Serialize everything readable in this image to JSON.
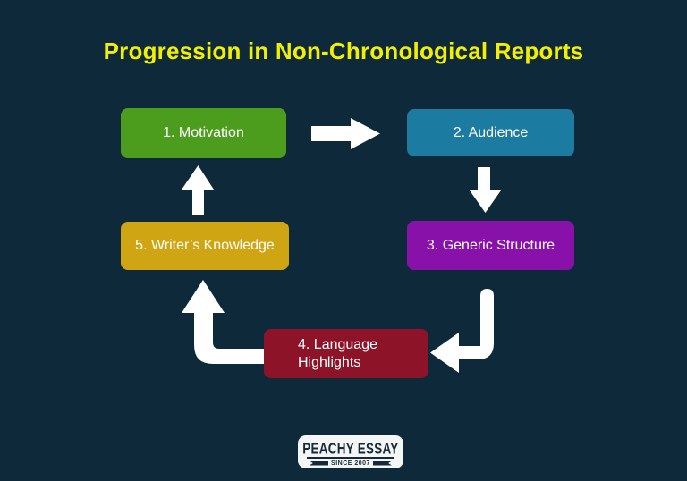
{
  "title": "Progression in Non-Chronological Reports",
  "steps": [
    {
      "label": "1. Motivation",
      "color": "#4c9c1e"
    },
    {
      "label": "2. Audience",
      "color": "#1b7ba0"
    },
    {
      "label": "3. Generic Structure",
      "color": "#8811a9"
    },
    {
      "label": "4. Language Highlights",
      "color": "#8c1328"
    },
    {
      "label": "5. Writer’s Knowledge",
      "color": "#cfa513"
    }
  ],
  "arrows": {
    "step1_to_step2": "right",
    "step2_to_step3": "down",
    "step3_to_step4": "down-then-left",
    "step4_to_step5": "left-then-up",
    "step5_to_step1": "up"
  },
  "logo": {
    "name": "PEACHY ESSAY",
    "tagline": "SINCE 2007"
  },
  "colors": {
    "background": "#0d293a",
    "title": "#f2ee06",
    "arrow": "#ffffff",
    "box_text": "#ffffff",
    "logo_bg": "#f3f6f5",
    "logo_text": "#16293a"
  }
}
